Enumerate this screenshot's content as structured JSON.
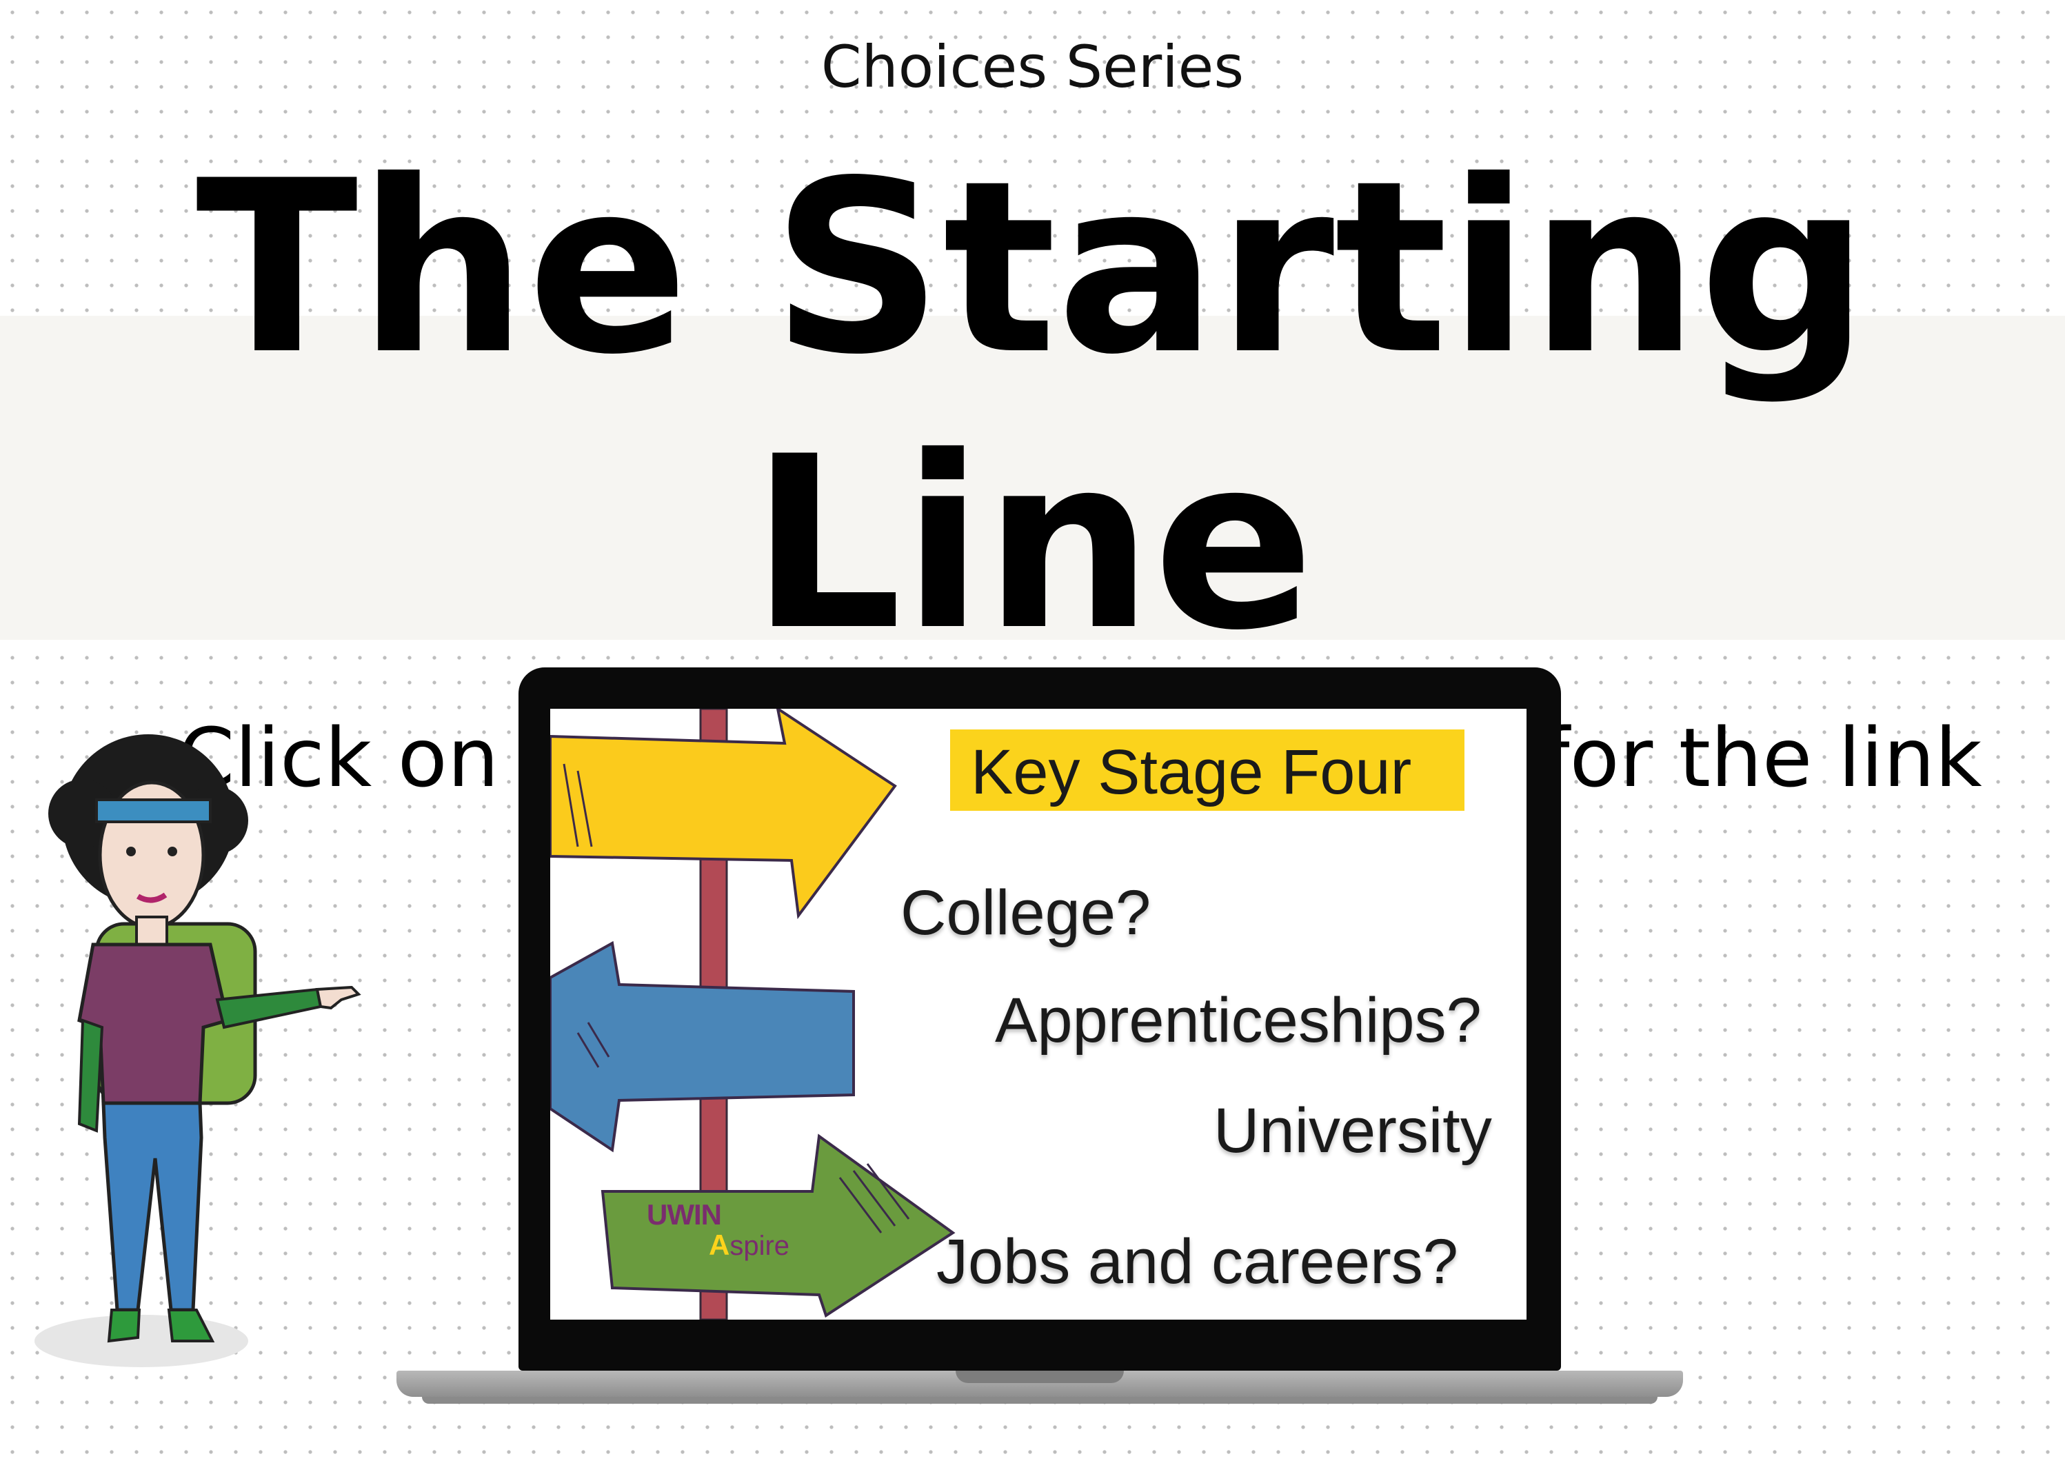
{
  "header": {
    "series": "Choices Series",
    "title_line1": "The Starting",
    "title_line2": "Line"
  },
  "instruction": {
    "left": "Click on",
    "right": "for the link"
  },
  "video": {
    "badge": "Key Stage Four",
    "options": [
      "College?",
      "Apprenticeships?",
      "University",
      "Jobs and careers?"
    ],
    "logo_top": "UWIN",
    "logo_bottom": "spire",
    "logo_mark": "A"
  },
  "colors": {
    "yellow": "#fbd31c",
    "blue": "#4a86b8",
    "green": "#6a9b3e",
    "post": "#b24a55",
    "brand_purple": "#7a2d6e"
  },
  "icons": {
    "character": "person-pointing-icon"
  }
}
